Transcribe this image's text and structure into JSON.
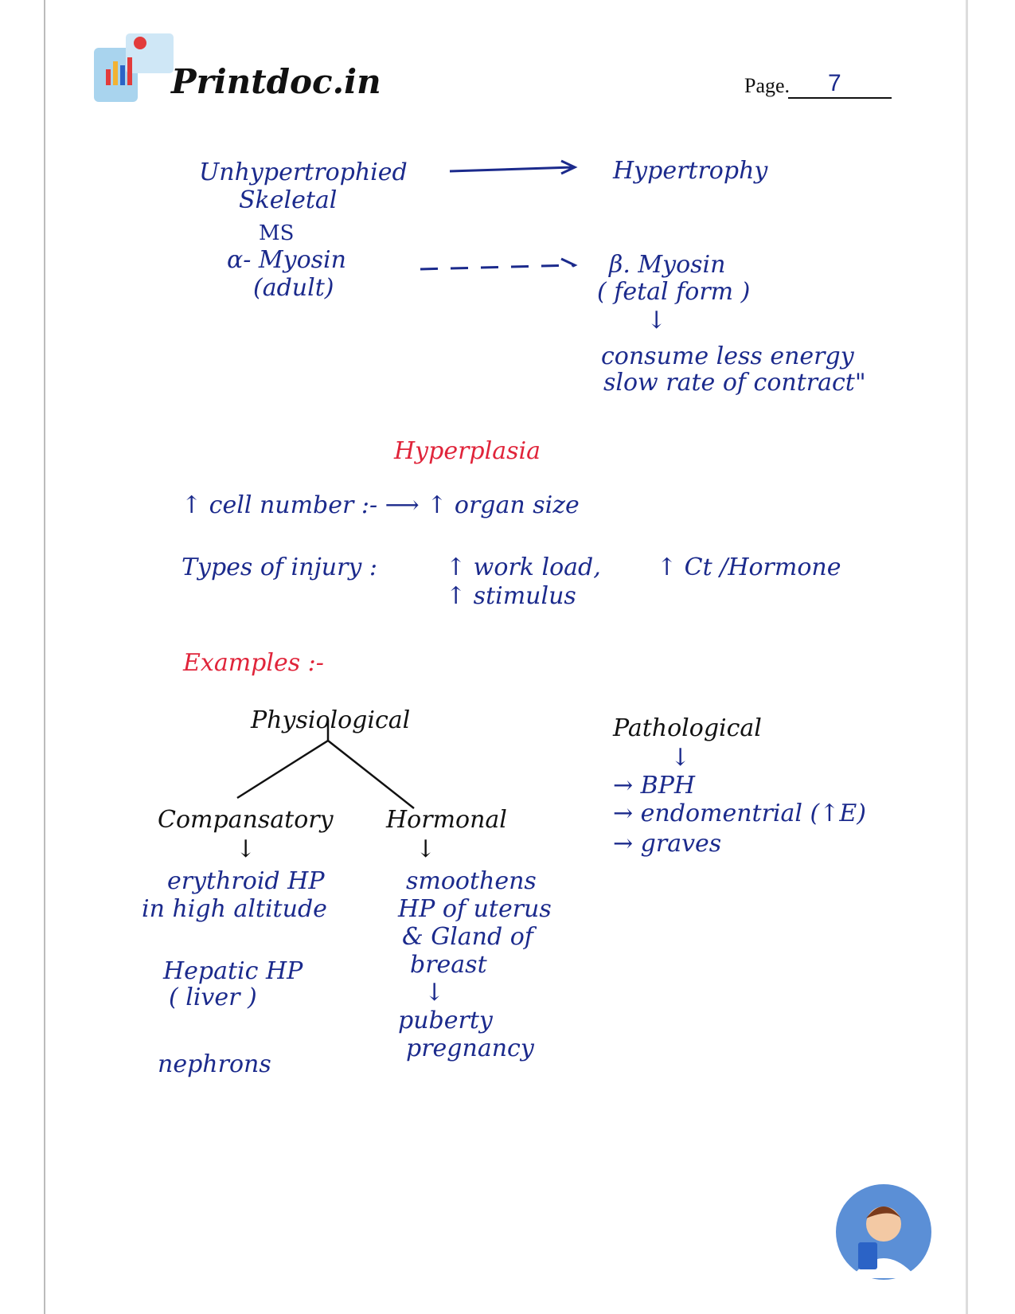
{
  "header": {
    "brand": "Printdoc.in",
    "page_label": "Page.",
    "page_number": "7"
  },
  "hypertrophy": {
    "left_line1": "Unhypertrophied",
    "left_line2": "Skeletal",
    "left_line3": "MS",
    "left_line4": "α- Myosin",
    "left_line5": "(adult)",
    "right_title": "Hypertrophy",
    "right_line1": "β. Myosin",
    "right_line2": "( fetal form )",
    "down_arrow": "↓",
    "note1": "consume less energy",
    "note2": "slow rate of contract\""
  },
  "hyperplasia": {
    "title": "Hyperplasia",
    "line1": "↑ cell number :- ⟶ ↑ organ size",
    "types_label": "Types of injury :",
    "types1": "↑ work load,",
    "types2": "↑ Ct /Hormone",
    "types3": "↑ stimulus"
  },
  "examples": {
    "title": "Examples :-",
    "physiological": "Physiological",
    "compensatory": "Compansatory",
    "hormonal": "Hormonal",
    "arrow": "↓",
    "comp_items": [
      "erythroid HP",
      "in high altitude",
      "Hepatic HP",
      "( liver )",
      "nephrons"
    ],
    "horm_items": [
      "smoothens",
      "HP of uterus",
      "& Gland of",
      "breast",
      "↓",
      "puberty",
      "pregnancy"
    ],
    "pathological": "Pathological",
    "path_items": [
      "→ BPH",
      "→ endomentrial (↑E)",
      "→ graves"
    ]
  }
}
